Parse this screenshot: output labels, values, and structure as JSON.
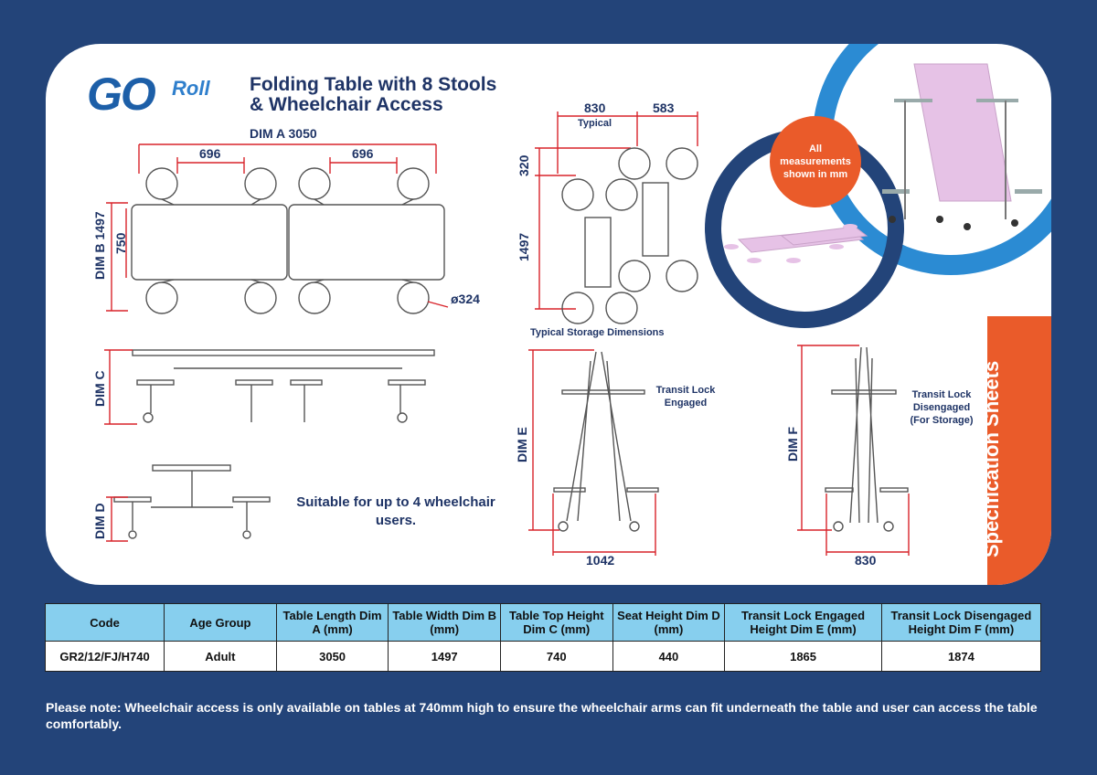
{
  "brand": {
    "logo_main": "GO",
    "logo_sub": "Roll"
  },
  "title": {
    "line1": "Folding Table with 8 Stools",
    "line2": "& Wheelchair Access"
  },
  "side_tab": "Specification Sheets",
  "measure_note": "All measurements shown in mm",
  "dims": {
    "dim_a": "DIM A 3050",
    "spacing_left": "696",
    "spacing_right": "696",
    "dim_b": "DIM B 1497",
    "inner_750": "750",
    "diameter": "ø324",
    "storage_width_830": "830",
    "storage_typical": "Typical",
    "storage_width_583": "583",
    "storage_320": "320",
    "storage_1497": "1497",
    "storage_caption": "Typical Storage Dimensions",
    "dim_c": "DIM C",
    "dim_d": "DIM D",
    "dim_e": "DIM E",
    "dim_f": "DIM F",
    "width_1042": "1042",
    "width_830": "830",
    "engaged": "Transit Lock Engaged",
    "disengaged": "Transit Lock Disengaged (For Storage)"
  },
  "wheelchair_note": "Suitable for up to 4 wheelchair users.",
  "table": {
    "headers": [
      "Code",
      "Age Group",
      "Table Length Dim A (mm)",
      "Table Width Dim B (mm)",
      "Table Top Height Dim C (mm)",
      "Seat Height Dim D (mm)",
      "Transit Lock Engaged Height Dim E (mm)",
      "Transit Lock Disengaged Height Dim F (mm)"
    ],
    "rows": [
      [
        "GR2/12/FJ/H740",
        "Adult",
        "3050",
        "1497",
        "740",
        "440",
        "1865",
        "1874"
      ]
    ]
  },
  "footnote": "Please note: Wheelchair access is only available on tables at 740mm high to ensure the wheelchair arms can fit underneath the table and user can access the table comfortably.",
  "colors": {
    "background": "#234479",
    "accent_orange": "#ea5b2a",
    "dimension_red": "#d8232a",
    "header_blue": "#87cfee",
    "text_navy": "#1f3466",
    "table_pink": "#e6c2e6"
  }
}
